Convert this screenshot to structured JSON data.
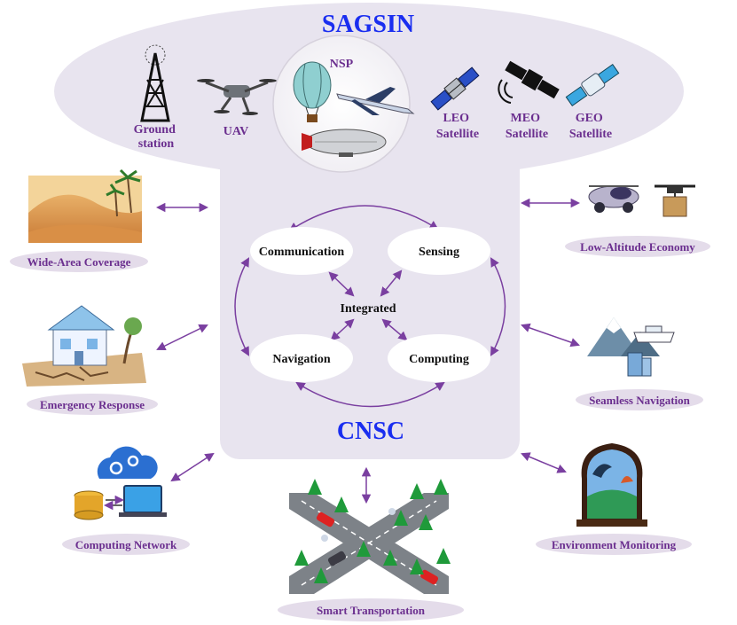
{
  "colors": {
    "panel": "#e8e4ef",
    "title_blue": "#1a2ef0",
    "label_purple": "#6b2f8f",
    "arrow_purple": "#7a3fa0",
    "pill_bg": "#e4dcea"
  },
  "sagsin": {
    "title": "SAGSIN",
    "ground_station": [
      "Ground",
      "station"
    ],
    "uav": "UAV",
    "nsp": "NSP",
    "leo": [
      "LEO",
      "Satellite"
    ],
    "meo": [
      "MEO",
      "Satellite"
    ],
    "geo": [
      "GEO",
      "Satellite"
    ]
  },
  "cnsc": {
    "title": "CNSC",
    "communication": "Communication",
    "sensing": "Sensing",
    "integrated": "Integrated",
    "navigation": "Navigation",
    "computing": "Computing"
  },
  "applications": {
    "wide_area": "Wide-Area Coverage",
    "emergency": "Emergency Response",
    "computing_network": "Computing Network",
    "smart_transport": "Smart Transportation",
    "environment": "Environment Monitoring",
    "seamless_nav": "Seamless Navigation",
    "low_altitude": "Low-Altitude Economy"
  },
  "icons": {
    "ground_station": "radio-tower-icon",
    "uav": "drone-icon",
    "nsp": "balloon-plane-airship-icon",
    "leo": "satellite-icon",
    "meo": "satellite-signal-icon",
    "geo": "satellite-icon",
    "wide_area": "desert-icon",
    "emergency": "earthquake-house-icon",
    "computing_network": "cloud-server-icon",
    "smart_transport": "road-intersection-icon",
    "environment": "ecosystem-icon",
    "seamless_nav": "mountain-ship-city-icon",
    "low_altitude": "air-taxi-drone-icon"
  }
}
